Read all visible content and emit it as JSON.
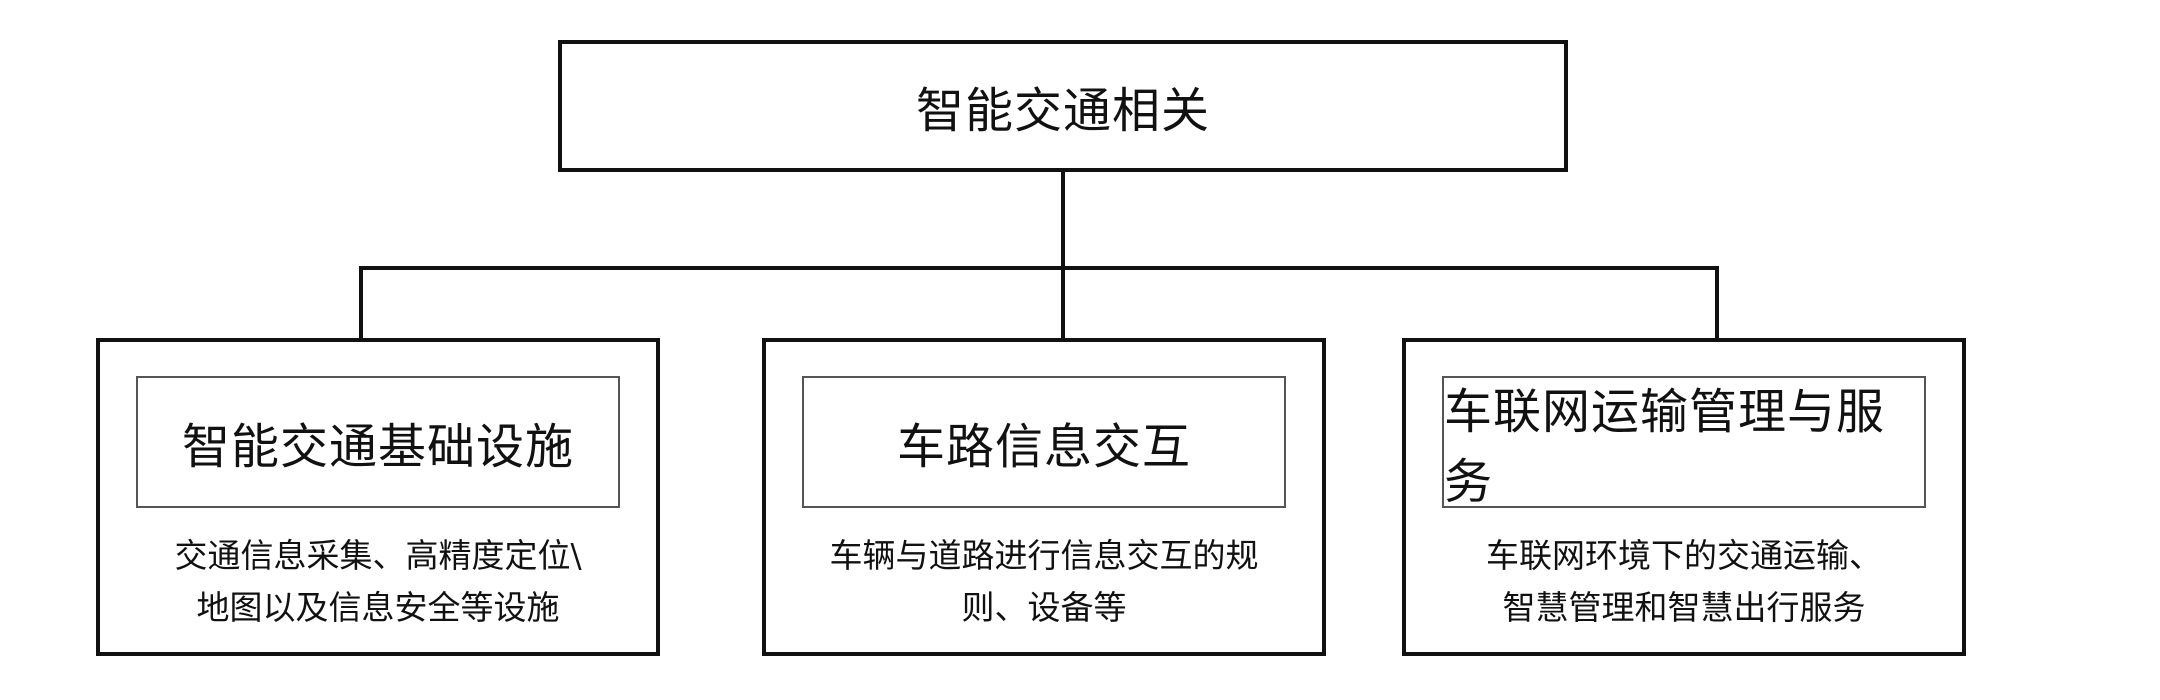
{
  "diagram": {
    "root": {
      "label": "智能交通相关"
    },
    "children": [
      {
        "title": "智能交通基础设施",
        "description_lines": [
          "交通信息采集、高精度定位\\",
          "地图以及信息安全等设施"
        ]
      },
      {
        "title": "车路信息交互",
        "description_lines": [
          "车辆与道路进行信息交互的规",
          "则、设备等"
        ]
      },
      {
        "title": "车联网运输管理与服务",
        "description_lines": [
          "车联网环境下的交通运输、",
          "智慧管理和智慧出行服务"
        ]
      }
    ],
    "colors": {
      "line": "#111111",
      "inner_border": "#555555",
      "background": "#ffffff"
    }
  }
}
